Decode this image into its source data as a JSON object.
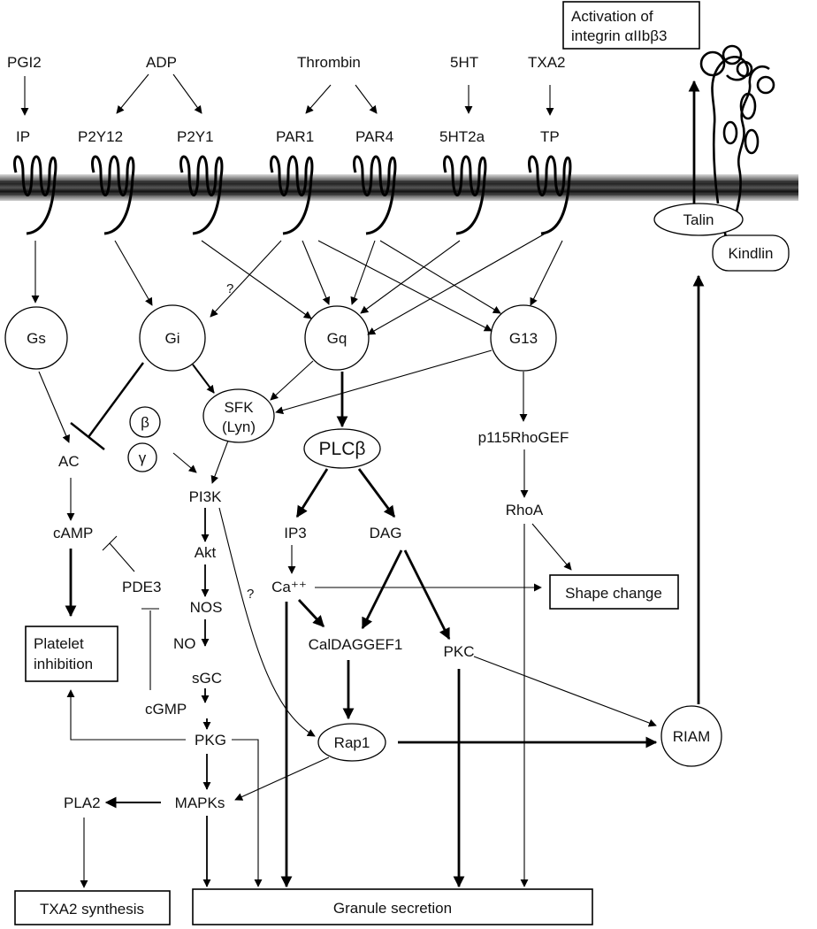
{
  "labels": {
    "activation": [
      "Activation of",
      "integrin αIIbβ3"
    ],
    "pgi2": "PGI2",
    "adp": "ADP",
    "thrombin": "Thrombin",
    "ht5": "5HT",
    "txa2": "TXA2",
    "ip": "IP",
    "p2y12": "P2Y12",
    "p2y1": "P2Y1",
    "par1": "PAR1",
    "par4": "PAR4",
    "ht2a": "5HT2a",
    "tp": "TP",
    "talin": "Talin",
    "kindlin": "Kindlin",
    "gs": "Gs",
    "gi": "Gi",
    "gq": "Gq",
    "g13": "G13",
    "q1": "?",
    "q2": "?",
    "sfk": [
      "SFK",
      "(Lyn)"
    ],
    "beta": "β",
    "gamma": "γ",
    "ac": "AC",
    "camp": "cAMP",
    "pde3": "PDE3",
    "platelet_inhibition": [
      "Platelet",
      "inhibition"
    ],
    "pi3k": "PI3K",
    "akt": "Akt",
    "nos": "NOS",
    "no": "NO",
    "sgc": "sGC",
    "cgmp": "cGMP",
    "pkg": "PKG",
    "mapks": "MAPKs",
    "pla2": "PLA2",
    "txa2_synthesis": "TXA2 synthesis",
    "granule_secretion": "Granule secretion",
    "plcb": "PLCβ",
    "ip3": "IP3",
    "dag": "DAG",
    "ca": "Ca⁺⁺",
    "caldaggef1": "CalDAGGEF1",
    "pkc": "PKC",
    "rap1": "Rap1",
    "riam": "RIAM",
    "p115": "p115RhoGEF",
    "rhoa": "RhoA",
    "shape_change": "Shape change"
  }
}
